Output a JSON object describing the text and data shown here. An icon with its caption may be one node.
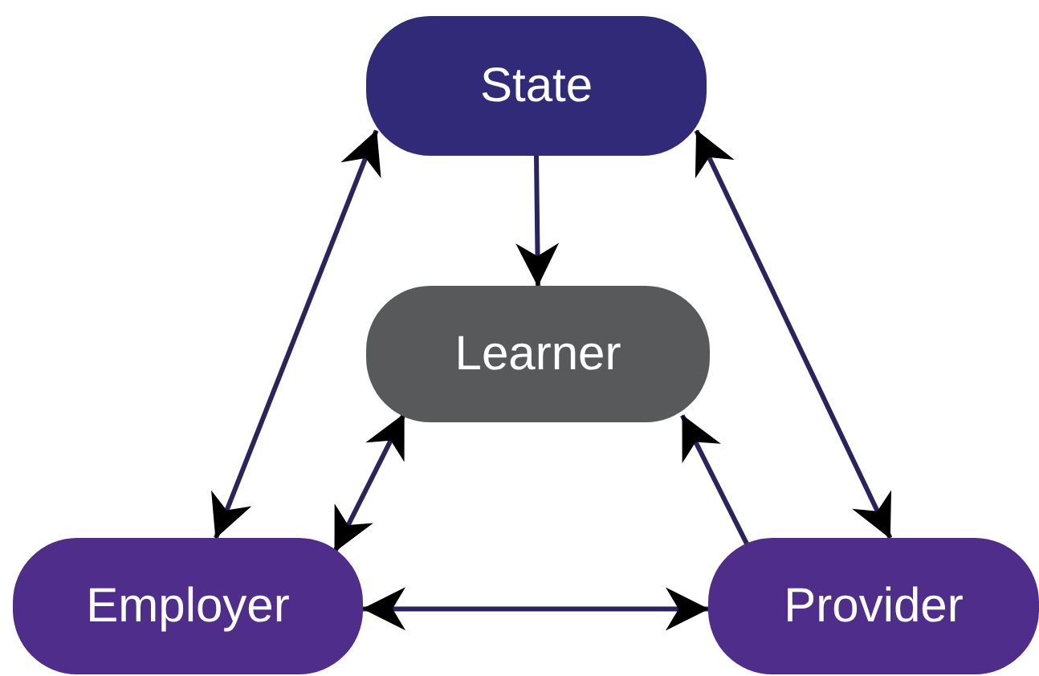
{
  "diagram": {
    "nodes": [
      {
        "text": [
          "State"
        ]
      },
      {
        "text": [
          "Learner"
        ]
      },
      {
        "text": [
          "Employer"
        ]
      },
      {
        "text": [
          "Provider"
        ]
      }
    ],
    "edges": [
      {
        "from": 0,
        "to": 1,
        "arrow": "to"
      },
      {
        "from": 0,
        "to": 2,
        "arrow": "both"
      },
      {
        "from": 0,
        "to": 3,
        "arrow": "both"
      },
      {
        "from": 1,
        "to": 2,
        "arrow": "both"
      },
      {
        "from": 3,
        "to": 1,
        "arrow": "to"
      },
      {
        "from": 2,
        "to": 3,
        "arrow": "both"
      }
    ]
  }
}
